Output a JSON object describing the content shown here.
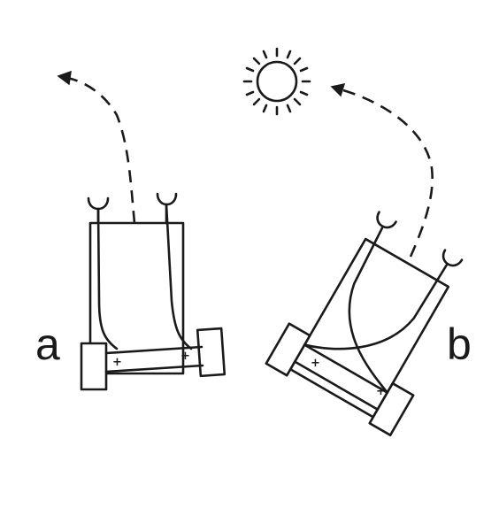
{
  "panels": [
    {
      "label": "a",
      "polarity": [
        "+",
        "+"
      ]
    },
    {
      "label": "b",
      "polarity": [
        "+",
        "+"
      ]
    }
  ],
  "icons": {
    "light_source": "sun-icon",
    "sensors": "light-sensor-icon",
    "path": "dashed-arrow-path",
    "wheels": "wheel-icon"
  },
  "colors": {
    "ink": "#1a1a1a",
    "background": "#ffffff"
  }
}
